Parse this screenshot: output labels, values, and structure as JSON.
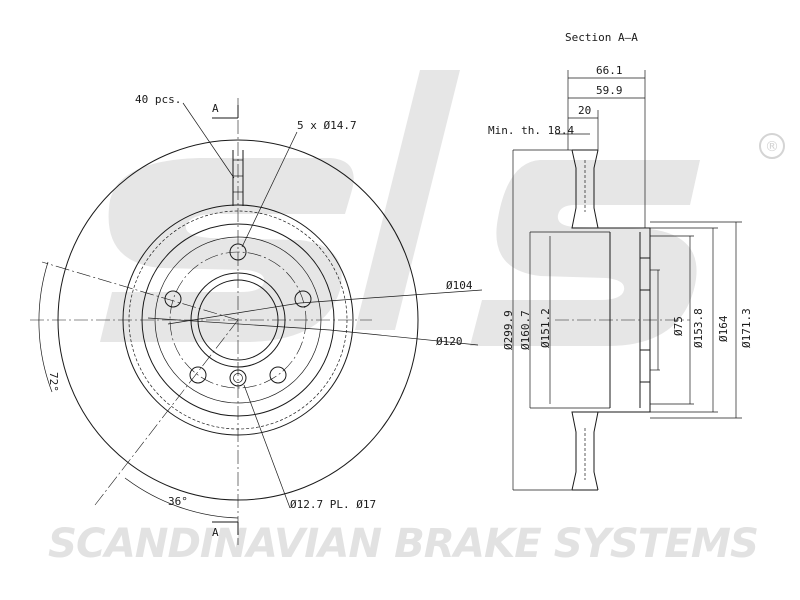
{
  "watermark": {
    "tagline": "SCANDINAVIAN BRAKE SYSTEMS",
    "logo_letters": "sbs",
    "registered_mark": "®"
  },
  "labels": {
    "vanes": "40 pcs.",
    "section_marker_top": "A",
    "section_marker_bottom": "A",
    "bolt_holes": "5 x Ø14.7",
    "pilot_holes": "Ø12.7 PL. Ø17",
    "bolt_circle": "Ø104",
    "hub_circle": "Ø120",
    "angle_72": "72°",
    "angle_36": "36°",
    "section_title": "Section A–A",
    "min_thickness": "Min. th. 18.4",
    "dim_66_1": "66.1",
    "dim_59_9": "59.9",
    "dim_20": "20",
    "dia_299_9": "Ø299.9",
    "dia_160_7": "Ø160.7",
    "dia_151_2": "Ø151.2",
    "dia_75": "Ø75",
    "dia_153_8": "Ø153.8",
    "dia_164": "Ø164",
    "dia_171_3": "Ø171.3"
  }
}
